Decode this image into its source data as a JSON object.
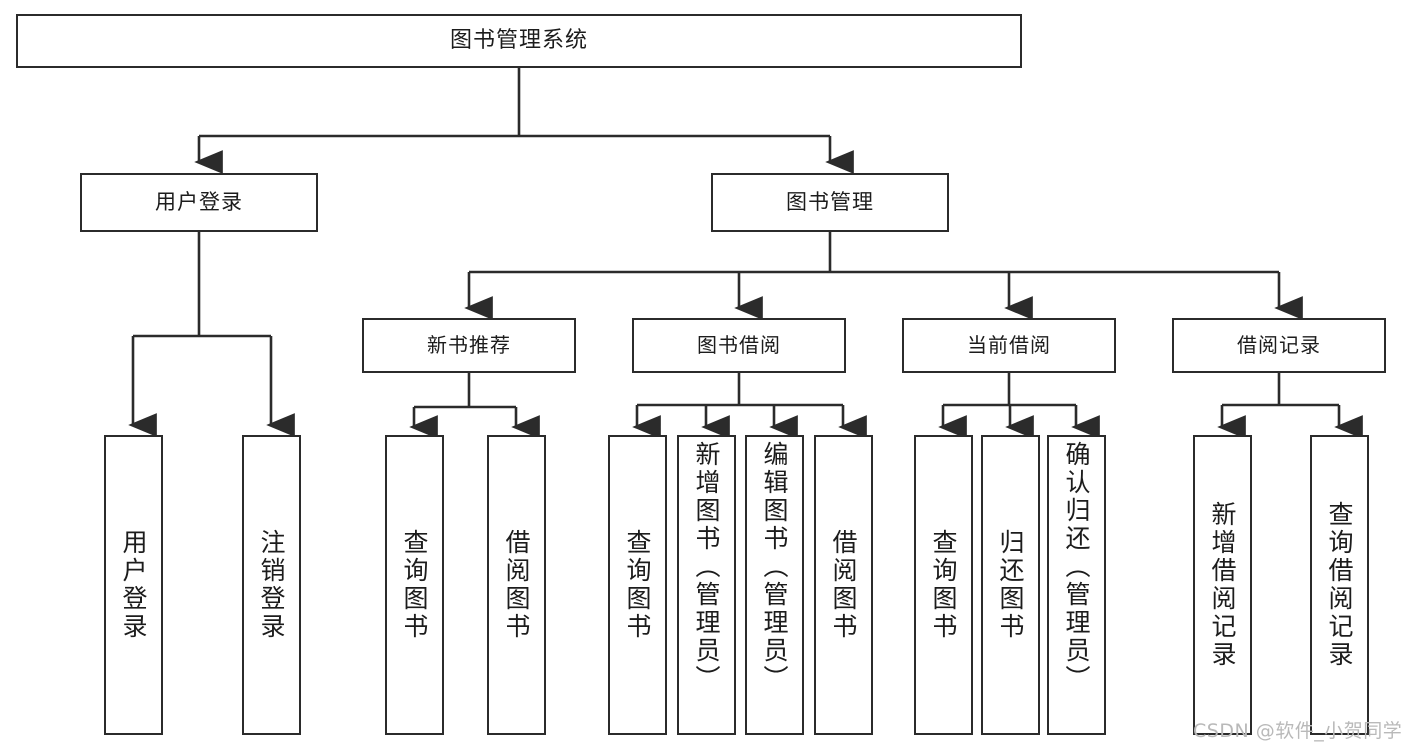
{
  "diagram": {
    "title": "图书管理系统",
    "type": "tree-hierarchy",
    "root": {
      "id": "root",
      "label": "图书管理系统"
    },
    "level1": [
      {
        "id": "user-login",
        "label": "用户登录"
      },
      {
        "id": "book-management",
        "label": "图书管理"
      }
    ],
    "level2": [
      {
        "id": "new-book-recommend",
        "label": "新书推荐",
        "parent": "book-management"
      },
      {
        "id": "book-borrow",
        "label": "图书借阅",
        "parent": "book-management"
      },
      {
        "id": "current-borrow",
        "label": "当前借阅",
        "parent": "book-management"
      },
      {
        "id": "borrow-record",
        "label": "借阅记录",
        "parent": "book-management"
      }
    ],
    "leaves": [
      {
        "id": "leaf-user-login",
        "label": "用户登录",
        "parent": "user-login"
      },
      {
        "id": "leaf-user-logout",
        "label": "注销登录",
        "parent": "user-login"
      },
      {
        "id": "leaf-query-book-1",
        "label": "查询图书",
        "parent": "new-book-recommend"
      },
      {
        "id": "leaf-borrow-book-1",
        "label": "借阅图书",
        "parent": "new-book-recommend"
      },
      {
        "id": "leaf-query-book-2",
        "label": "查询图书",
        "parent": "book-borrow"
      },
      {
        "id": "leaf-add-book",
        "label": "新增图书（管理员）",
        "parent": "book-borrow"
      },
      {
        "id": "leaf-edit-book",
        "label": "编辑图书（管理员）",
        "parent": "book-borrow"
      },
      {
        "id": "leaf-borrow-book-2",
        "label": "借阅图书",
        "parent": "book-borrow"
      },
      {
        "id": "leaf-query-book-3",
        "label": "查询图书",
        "parent": "current-borrow"
      },
      {
        "id": "leaf-return-book",
        "label": "归还图书",
        "parent": "current-borrow"
      },
      {
        "id": "leaf-confirm-return",
        "label": "确认归还（管理员）",
        "parent": "current-borrow"
      },
      {
        "id": "leaf-add-record",
        "label": "新增借阅记录",
        "parent": "borrow-record"
      },
      {
        "id": "leaf-query-record",
        "label": "查询借阅记录",
        "parent": "borrow-record"
      }
    ],
    "watermark": "CSDN @软件_小贺同学",
    "colors": {
      "stroke": "#2b2b2b",
      "fill": "#ffffff",
      "text": "#1c1c1c",
      "watermark": "#b9b9b9"
    }
  }
}
